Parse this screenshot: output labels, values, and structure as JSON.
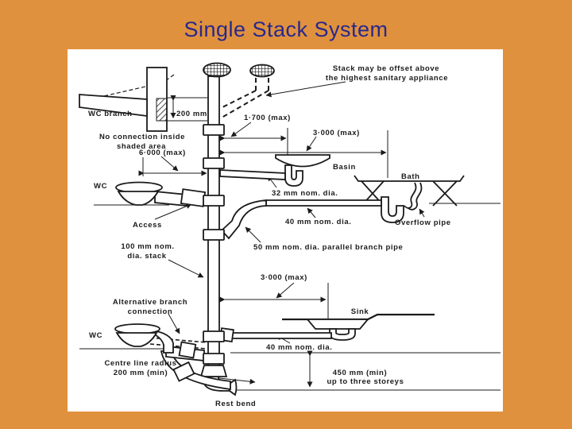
{
  "slide": {
    "title": "Single Stack System"
  },
  "theme": {
    "background_color": "#E0913D",
    "panel_color": "#FFFFFF",
    "title_color": "#28288C",
    "ink_color": "#1B1B1B"
  },
  "diagram": {
    "labels": {
      "wc_branch": "WC branch",
      "dim_200mm": "200 mm",
      "no_connection_1": "No connection inside",
      "no_connection_2": "shaded area",
      "dim_6000": "6·000 (max)",
      "stack_offset_1": "Stack may be offset above",
      "stack_offset_2": "the highest sanitary appliance",
      "dim_1700": "1·700 (max)",
      "dim_3000_upper": "3·000 (max)",
      "basin": "Basin",
      "bath": "Bath",
      "wc_upper": "WC",
      "dia_32mm": "32 mm nom. dia.",
      "access": "Access",
      "dia_40mm_upper": "40 mm nom. dia.",
      "overflow_pipe": "Overflow pipe",
      "stack_100mm_1": "100 mm nom.",
      "stack_100mm_2": "dia. stack",
      "parallel_branch": "50 mm nom. dia. parallel branch pipe",
      "dim_3000_lower": "3·000 (max)",
      "alt_branch_1": "Alternative branch",
      "alt_branch_2": "connection",
      "sink": "Sink",
      "wc_lower": "WC",
      "dia_40mm_lower": "40 mm nom. dia.",
      "centre_line_1": "Centre line radius",
      "centre_line_2": "200 mm (min)",
      "dim_450_1": "450 mm (min)",
      "dim_450_2": "up to three storeys",
      "rest_bend": "Rest bend"
    }
  }
}
